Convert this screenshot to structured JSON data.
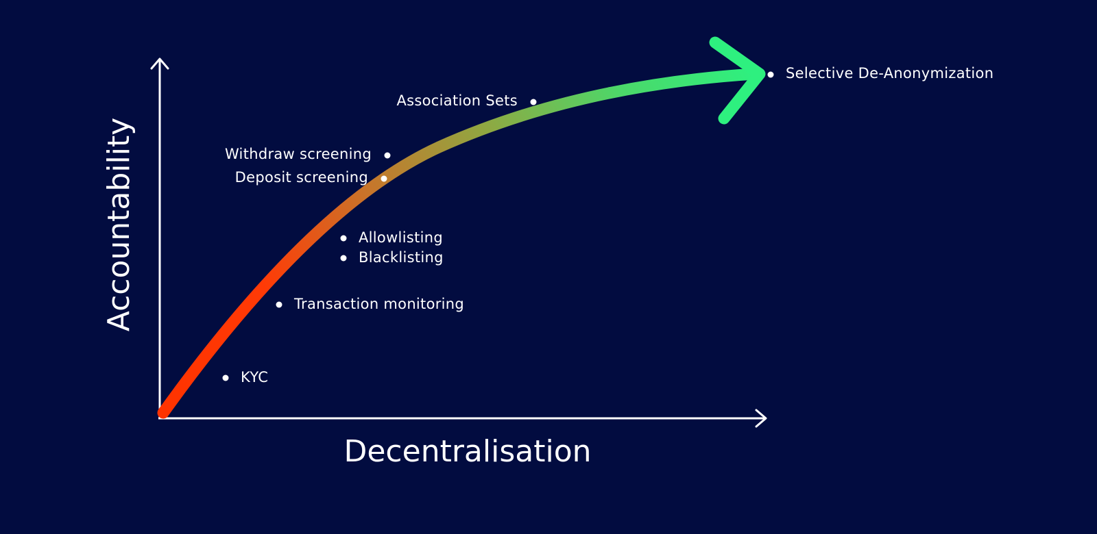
{
  "axes": {
    "x_label": "Decentralisation",
    "y_label": "Accountability"
  },
  "colors": {
    "background": "#020c40",
    "axis": "#ffffff",
    "curve_start": "#ff3300",
    "curve_mid": "#c9742a",
    "curve_end": "#2ef07f",
    "dot": "#ffffff"
  },
  "points": [
    {
      "label": "KYC"
    },
    {
      "label": "Transaction monitoring"
    },
    {
      "label": "Blacklisting"
    },
    {
      "label": "Allowlisting"
    },
    {
      "label": "Deposit screening"
    },
    {
      "label": "Withdraw screening"
    },
    {
      "label": "Association Sets"
    },
    {
      "label": "Selective De-Anonymization"
    }
  ]
}
